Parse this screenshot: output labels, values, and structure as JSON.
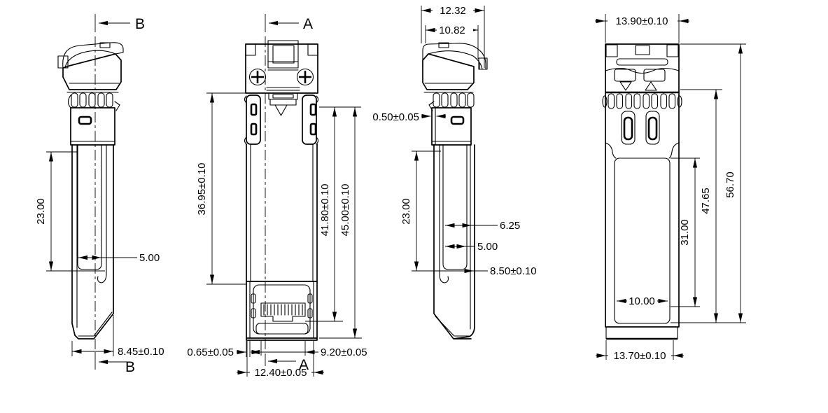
{
  "colors": {
    "background": "#ffffff",
    "line": "#000000"
  },
  "v1": {
    "b_top": "B",
    "b_bottom": "B",
    "d23": "23.00",
    "d5": "5.00",
    "d845": "8.45±0.10"
  },
  "v2": {
    "a_top": "A",
    "a_bottom": "A",
    "d3695": "36.95±0.10",
    "d4180": "41.80±0.10",
    "d4500": "45.00±0.10",
    "d065": "0.65±0.05",
    "d920": "9.20±0.05",
    "d1240": "12.40±0.05"
  },
  "v3": {
    "d1232": "12.32",
    "d1082": "10.82",
    "d050": "0.50±0.05",
    "d23": "23.00",
    "d625": "6.25",
    "d500": "5.00",
    "d850": "8.50±0.10"
  },
  "v4": {
    "d1390": "13.90±0.10",
    "d1000": "10.00",
    "d3100": "31.00",
    "d4765": "47.65",
    "d5670": "56.70",
    "d1370": "13.70±0.10"
  }
}
